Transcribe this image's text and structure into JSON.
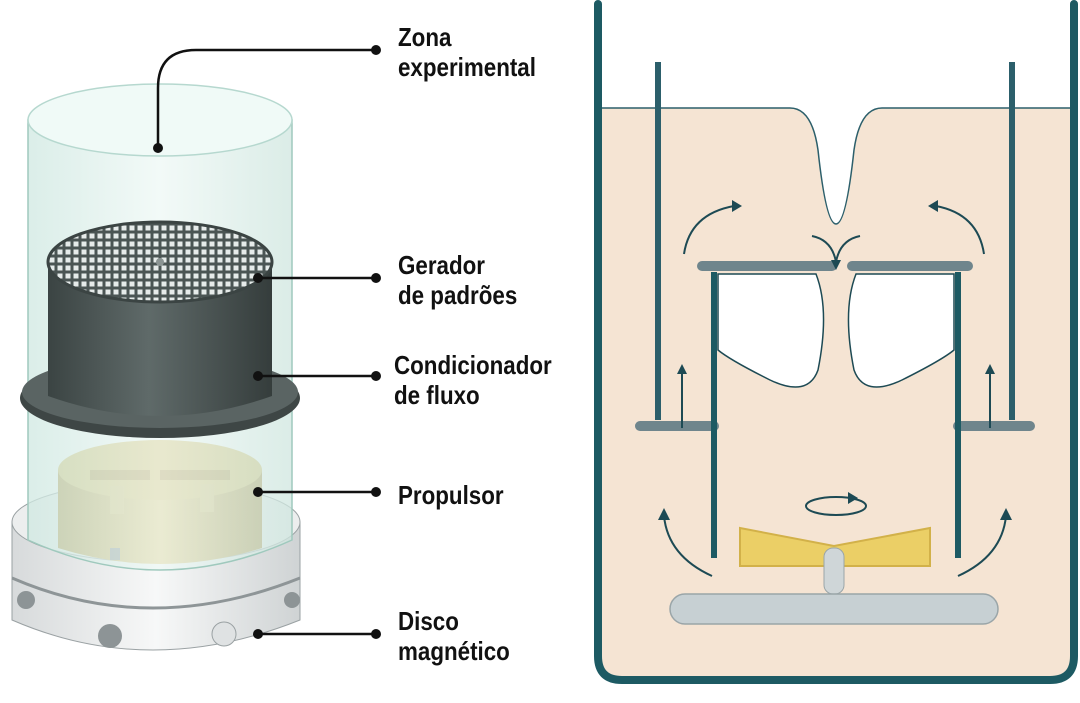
{
  "labels": {
    "zona": [
      "Zona",
      "experimental"
    ],
    "gerador": [
      "Gerador",
      "de padrões"
    ],
    "condicionador": [
      "Condicionador",
      "de fluxo"
    ],
    "propulsor": [
      "Propulsor"
    ],
    "disco": [
      "Disco",
      "magnético"
    ]
  },
  "colors": {
    "beaker_wall": "#1d5a63",
    "liquid": "#f5e4d3",
    "inner_wall": "#2c5f6b",
    "plate": "#6f858c",
    "impeller": "#e8c447",
    "disc": "#c7d0d3",
    "arrow": "#1d4a54",
    "glass": "#dff1ec",
    "dark_grey": "#4a5352",
    "brass": "#c6a24a"
  },
  "icons": {
    "rotation": "circular-arrow-icon",
    "flow": "curved-arrow-icon"
  }
}
